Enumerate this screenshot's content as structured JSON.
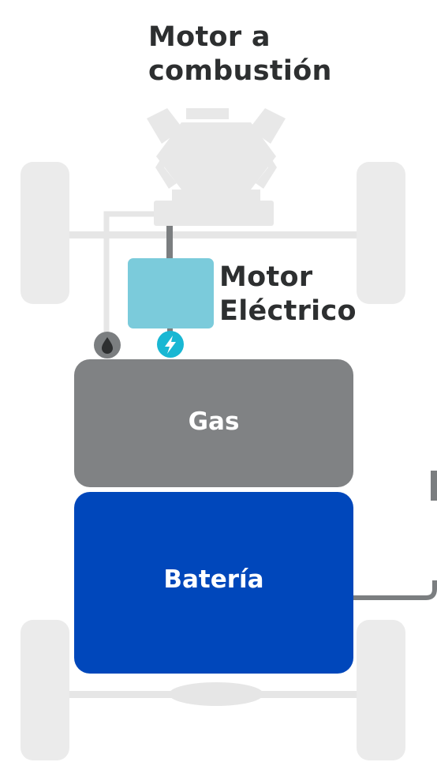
{
  "labels": {
    "engine_line1": "Motor a",
    "engine_line2": "combustión",
    "electric_line1": "Motor",
    "electric_line2": "Eléctrico",
    "gas": "Gas",
    "battery": "Batería"
  },
  "colors": {
    "wheel": "#ebebeb",
    "axle": "#e6e6e6",
    "engine_block": "#e8e8e8",
    "shaft": "#7b7e80",
    "electric_motor": "#7bcbdb",
    "gas_tank": "#808284",
    "battery": "#0047bb",
    "fuel_icon_bg": "#7b7e80",
    "bolt_icon_bg": "#19b7d3",
    "label_text": "#2d2f30",
    "box_text": "#ffffff"
  },
  "icons": {
    "fuel": "fuel-drop-icon",
    "electric": "lightning-bolt-icon"
  }
}
